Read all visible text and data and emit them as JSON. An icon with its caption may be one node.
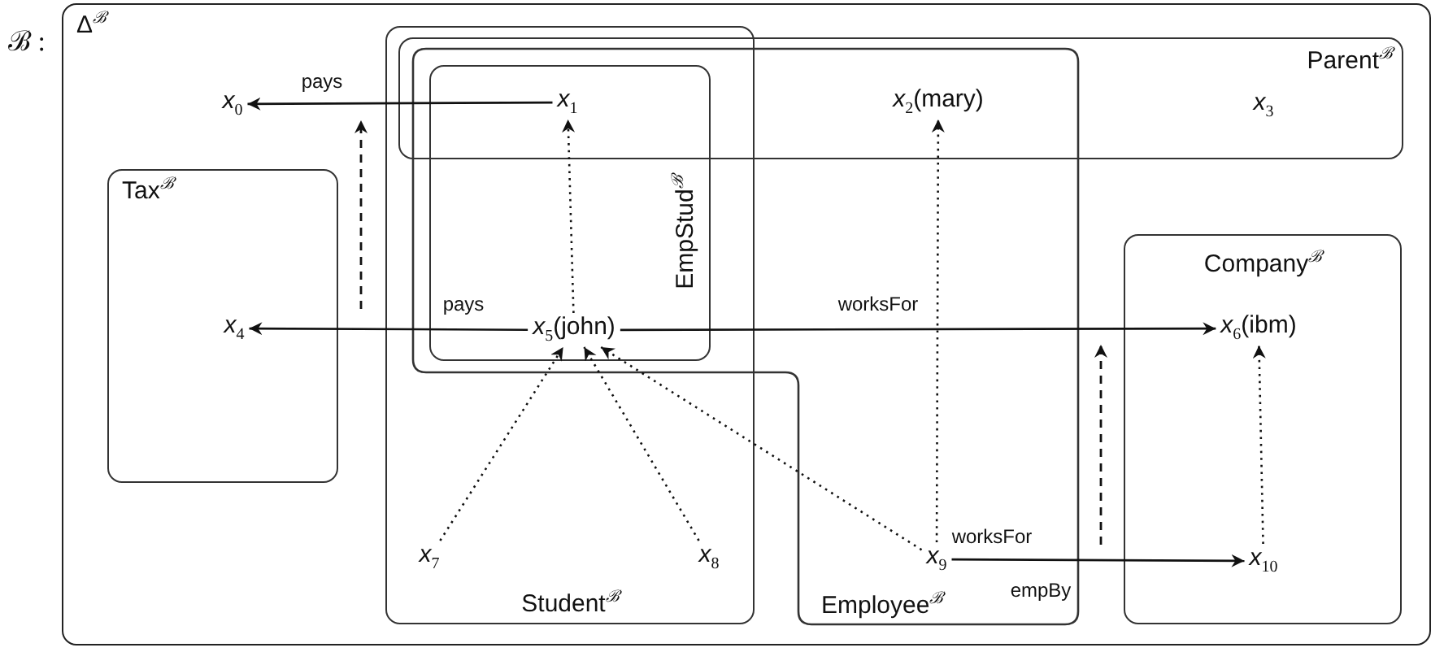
{
  "diagram": {
    "nodes": [
      {
        "text": [
          "Δ$^{ℬ}$"
        ],
        "beside": [
          "ℬ :"
        ]
      },
      {
        "text": [
          "Student$^{ℬ}$"
        ],
        "in": 0
      },
      {
        "text": [
          "Parent$^{ℬ}$"
        ],
        "in": 0
      },
      {
        "text": [
          "Employee$^{ℬ}$"
        ],
        "in": 0
      },
      {
        "text": [
          "EmpStud$^{ℬ}$"
        ],
        "in": 1
      },
      {
        "text": [
          "Tax$^{ℬ}$"
        ],
        "in": 0
      },
      {
        "text": [
          "Company$^{ℬ}$"
        ],
        "in": 0
      },
      {
        "text": [
          "*x*$_{0}$"
        ],
        "in": 0
      },
      {
        "text": [
          "*x*$_{1}$"
        ]
      },
      {
        "text": [
          "*x*$_{2}$(mary)"
        ]
      },
      {
        "text": [
          "*x*$_{3}$"
        ],
        "in": 2
      },
      {
        "text": [
          "*x*$_{4}$"
        ],
        "in": 5
      },
      {
        "text": [
          "*x*$_{5}$(john)"
        ],
        "in": 4
      },
      {
        "text": [
          "*x*$_{6}$(ibm)"
        ],
        "in": 6
      },
      {
        "text": [
          "*x*$_{7}$"
        ],
        "in": 1
      },
      {
        "text": [
          "*x*$_{8}$"
        ],
        "in": 1
      },
      {
        "text": [
          "*x*$_{9}$"
        ],
        "in": 3
      },
      {
        "text": [
          "*x*$_{10}$"
        ],
        "in": 6
      }
    ],
    "edges": [
      {
        "from": 8,
        "to": 7,
        "arrow": "to",
        "label": "pays"
      },
      {
        "from": 12,
        "to": 11,
        "arrow": "to",
        "label": "pays"
      },
      {
        "from": 12,
        "to": 13,
        "arrow": "to",
        "label": "worksFor"
      },
      {
        "from": 16,
        "to": 17,
        "arrow": "to",
        "label": "worksFor"
      },
      {
        "from": 12,
        "to": 8,
        "arrow": "to",
        "style": "dashed"
      },
      {
        "from": 16,
        "to": 9,
        "arrow": "to",
        "style": "dashed"
      },
      {
        "from": 14,
        "to": 12,
        "arrow": "to",
        "style": "dashed"
      },
      {
        "from": 15,
        "to": 12,
        "arrow": "to",
        "style": "dashed"
      },
      {
        "from": 16,
        "to": 12,
        "arrow": "to",
        "style": "dashed"
      },
      {
        "from": 17,
        "to": 13,
        "arrow": "to",
        "style": "dashed"
      }
    ],
    "labels": [
      "empBy"
    ]
  }
}
